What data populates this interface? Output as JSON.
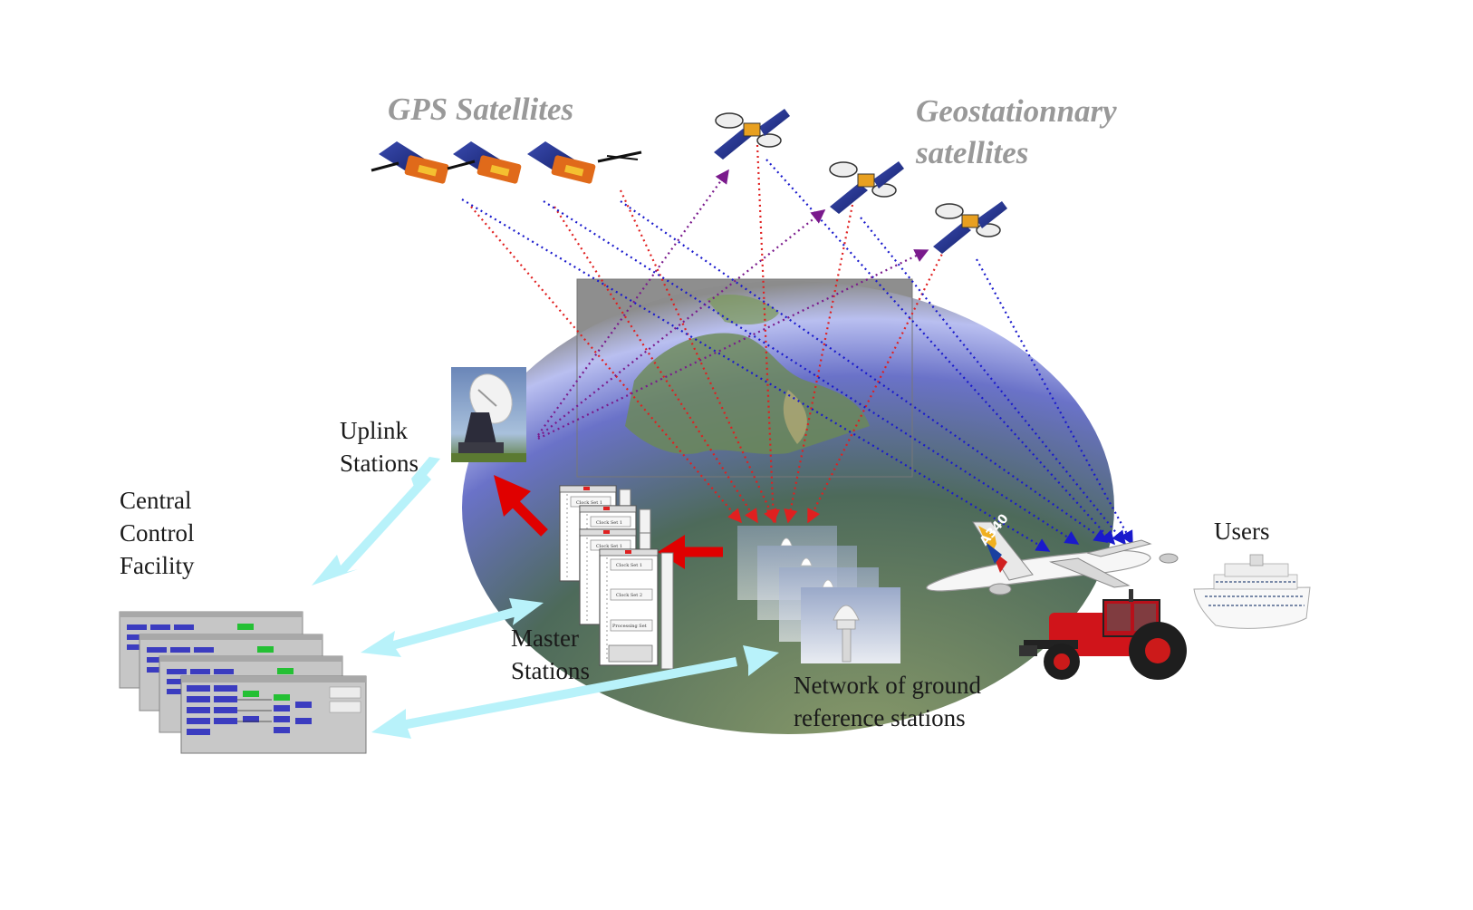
{
  "labels": {
    "gps_satellites": "GPS Satellites",
    "geostationary_line1": "Geostationnary",
    "geostationary_line2": "satellites",
    "uplink_line1": "Uplink",
    "uplink_line2": "Stations",
    "central_line1": "Central",
    "central_line2": "Control",
    "central_line3": "Facility",
    "master_line1": "Master",
    "master_line2": "Stations",
    "network_line1": "Network of ground",
    "network_line2": "reference stations",
    "users": "Users"
  },
  "master_station_sets": [
    "Clock Set 1",
    "Clock Set 2",
    "Processing Set"
  ],
  "aircraft_tail": "A340",
  "colors": {
    "title_grey": "#999999",
    "gps_signal": "#e02020",
    "geo_signal": "#1a1acc",
    "uplink_signal": "#7a1a8c",
    "data_flow": "#e00000",
    "comm_link": "#b8f2fa"
  }
}
